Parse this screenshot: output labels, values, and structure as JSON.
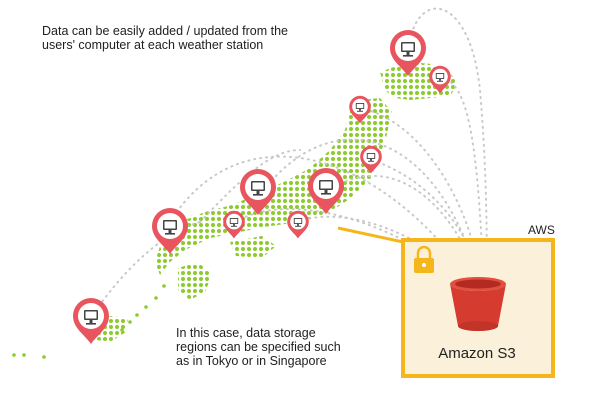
{
  "captions": {
    "top_line1": "Data can be easily added / updated from the",
    "top_line2": "users' computer at each weather station",
    "bottom_line1": "In this case, data storage",
    "bottom_line2": "regions can be specified such",
    "bottom_line3": "as in Tokyo or in Singapore"
  },
  "aws_box": {
    "label": "AWS"
  },
  "storage": {
    "label": "Amazon S3"
  },
  "colors": {
    "map_dots": "#8ccb2c",
    "pin": "#e8555e",
    "aws_border": "#f5b61c",
    "bucket": "#d63b2f",
    "dotted_lines": "#c8c8c8"
  },
  "icons": {
    "station_pin": "map-pin-with-monitor-icon",
    "lock": "lock-icon",
    "bucket": "s3-bucket-icon"
  }
}
